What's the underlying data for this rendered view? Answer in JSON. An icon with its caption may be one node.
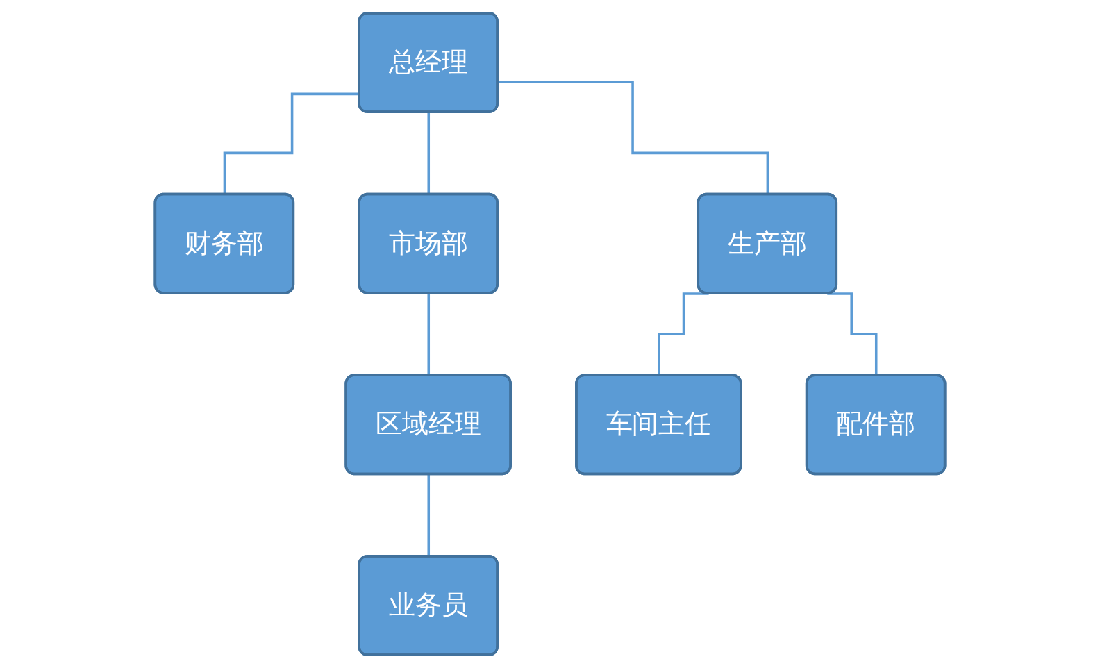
{
  "diagram": {
    "nodes": [
      {
        "text": [
          "总经理"
        ]
      },
      {
        "text": [
          "财务部"
        ]
      },
      {
        "text": [
          "市场部"
        ]
      },
      {
        "text": [
          "生产部"
        ]
      },
      {
        "text": [
          "区域经理"
        ]
      },
      {
        "text": [
          "业务员"
        ]
      },
      {
        "text": [
          "车间主任"
        ]
      },
      {
        "text": [
          "配件部"
        ]
      }
    ],
    "edges": [
      {
        "from": 0,
        "to": 1,
        "arrow": "none"
      },
      {
        "from": 0,
        "to": 2,
        "arrow": "none"
      },
      {
        "from": 0,
        "to": 3,
        "arrow": "none"
      },
      {
        "from": 2,
        "to": 4,
        "arrow": "none"
      },
      {
        "from": 4,
        "to": 5,
        "arrow": "none"
      },
      {
        "from": 3,
        "to": 6,
        "arrow": "none"
      },
      {
        "from": 3,
        "to": 7,
        "arrow": "none"
      }
    ]
  }
}
